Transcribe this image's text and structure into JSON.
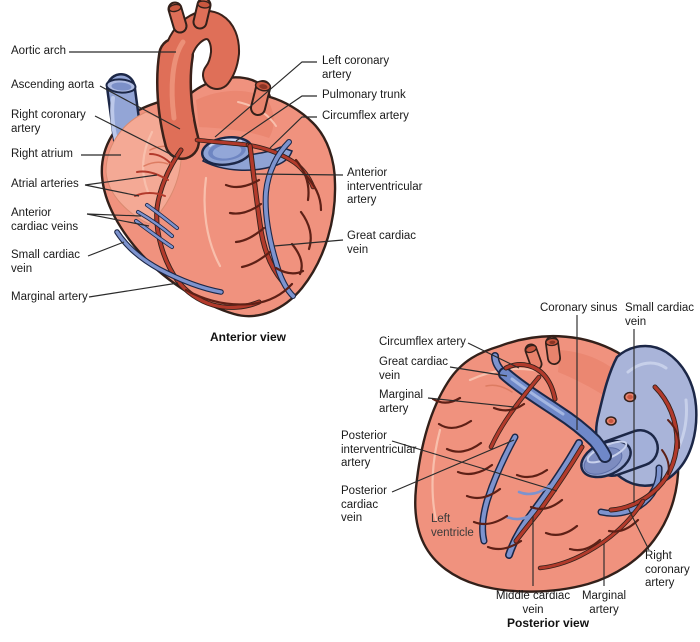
{
  "anterior": {
    "caption": "Anterior view",
    "labels": {
      "aortic_arch": "Aortic arch",
      "ascending_aorta": "Ascending aorta",
      "right_coronary_artery": "Right coronary\nartery",
      "right_atrium": "Right atrium",
      "atrial_arteries": "Atrial arteries",
      "anterior_cardiac_veins": "Anterior\ncardiac veins",
      "small_cardiac_vein": "Small cardiac\nvein",
      "marginal_artery": "Marginal artery",
      "left_coronary_artery": "Left coronary\nartery",
      "pulmonary_trunk": "Pulmonary trunk",
      "circumflex_artery": "Circumflex artery",
      "anterior_interventricular_artery": "Anterior\ninterventricular\nartery",
      "great_cardiac_vein": "Great cardiac\nvein"
    }
  },
  "posterior": {
    "caption": "Posterior view",
    "labels": {
      "coronary_sinus": "Coronary sinus",
      "small_cardiac_vein": "Small cardiac\nvein",
      "circumflex_artery": "Circumflex artery",
      "great_cardiac_vein": "Great cardiac\nvein",
      "marginal_artery_left": "Marginal\nartery",
      "posterior_interventricular_artery": "Posterior\ninterventricular\nartery",
      "posterior_cardiac_vein": "Posterior\ncardiac\nvein",
      "left_ventricle": "Left\nventricle",
      "middle_cardiac_vein": "Middle cardiac\nvein",
      "marginal_artery_bottom": "Marginal\nartery",
      "right_coronary_artery": "Right\ncoronary\nartery"
    }
  },
  "colors": {
    "heart_body": "#F0927E",
    "heart_light": "#F4A995",
    "aorta": "#DF6F58",
    "artery_red": "#B23A2B",
    "artery_dark": "#5E2016",
    "vein_blue": "#7D93CE",
    "vein_light": "#93A5D6",
    "vein_mass": "#A9B4D9",
    "vein_outline": "#1C2747",
    "outline": "#33201A",
    "label_text": "#1A1A1A",
    "leader_line": "#2B2B2B"
  }
}
